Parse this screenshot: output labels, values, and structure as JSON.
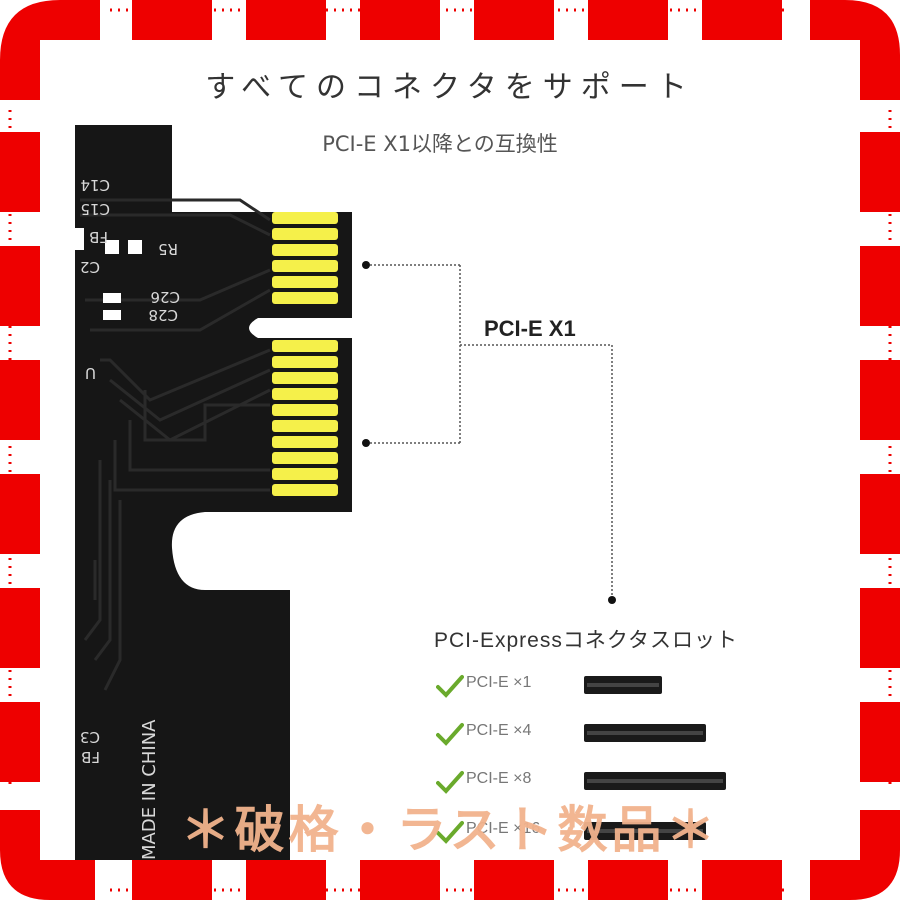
{
  "title": "すべてのコネクタをサポート",
  "subtitle": "PCI-E X1以降との互換性",
  "connector_label": "PCI-E X1",
  "board_silkscreen": {
    "c14": "C14",
    "c15": "C15",
    "fb": "FB",
    "c2": "C2",
    "r5": "R5",
    "c26": "C26",
    "c28": "C28",
    "u": "U",
    "c3": "C3",
    "fb2": "FB",
    "made_in_china": "MADE IN CHINA"
  },
  "slots": {
    "title": "PCI-Expressコネクタスロット",
    "items": [
      {
        "label": "PCI-E ×1"
      },
      {
        "label": "PCI-E ×4"
      },
      {
        "label": "PCI-E ×8"
      },
      {
        "label": "PCI-E ×16"
      }
    ]
  },
  "banner": "＊破格・ラスト数品＊",
  "colors": {
    "frame_red": "#ee0000",
    "pcb_black": "#161616",
    "gold_contact": "#f5f04a",
    "check_green": "#6aaa2c",
    "banner_peach": "#f2b38d"
  }
}
